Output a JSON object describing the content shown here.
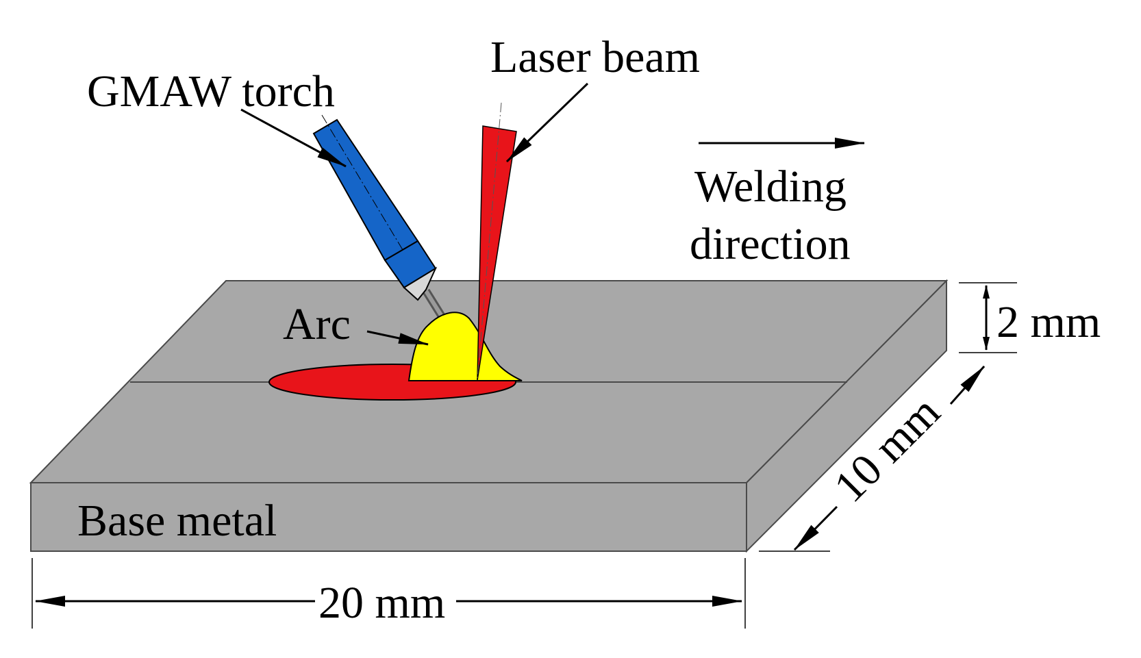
{
  "labels": {
    "gmaw_torch": "GMAW torch",
    "laser_beam": "Laser beam",
    "welding_direction_line1": "Welding",
    "welding_direction_line2": "direction",
    "arc": "Arc",
    "base_metal": "Base metal"
  },
  "dimensions": {
    "thickness": "2 mm",
    "width": "10 mm",
    "length": "20 mm"
  },
  "colors": {
    "plate": "#a8a8a8",
    "plate_edge": "#4a4a4a",
    "torch": "#1565c8",
    "nozzle_tip": "#d8d8d8",
    "laser": "#e8141a",
    "arc": "#ffff00",
    "weld_pool": "#e8141a"
  }
}
